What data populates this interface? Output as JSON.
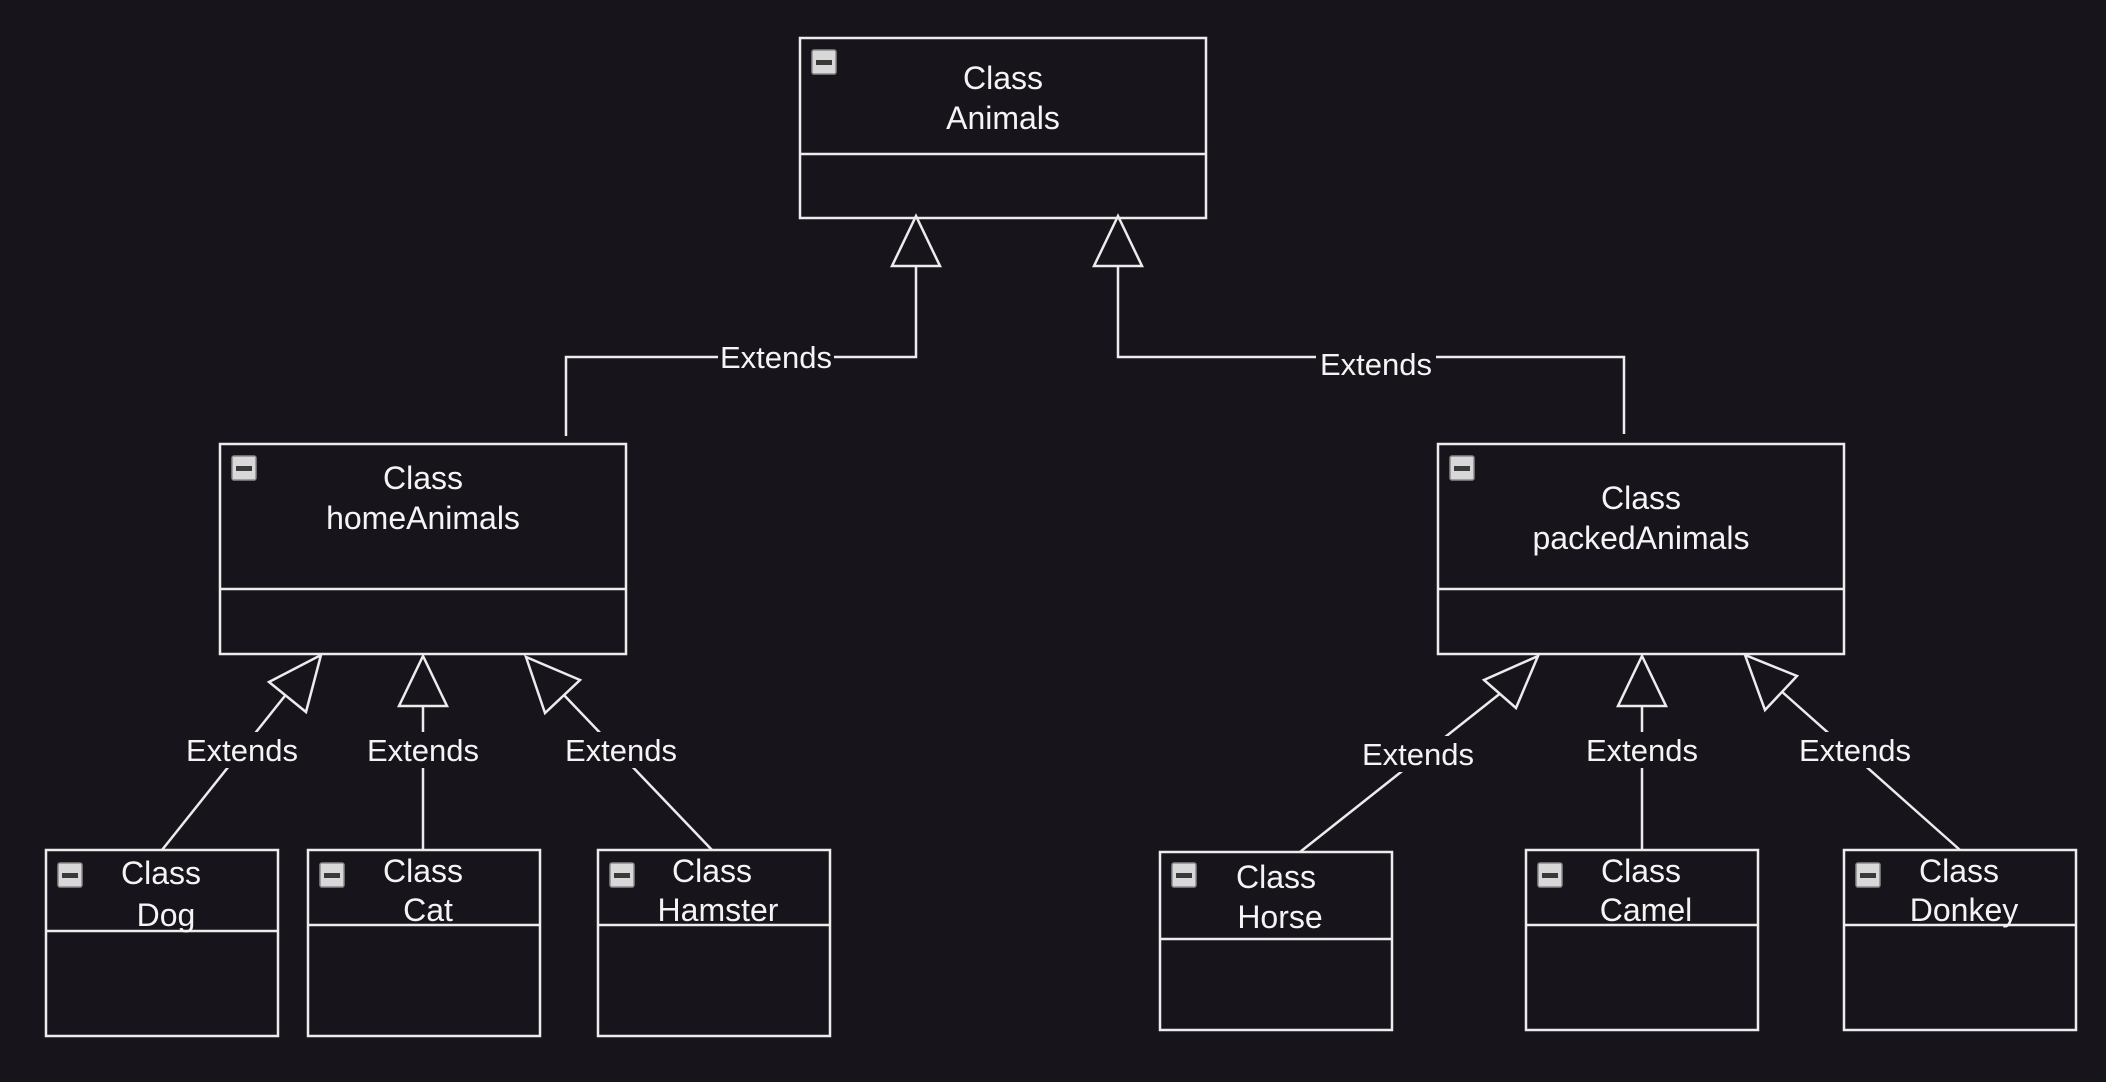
{
  "diagram": {
    "classes": {
      "animals": {
        "line1": "Class",
        "line2": "Animals"
      },
      "homeAnimals": {
        "line1": "Class",
        "line2": "homeAnimals"
      },
      "packedAnimals": {
        "line1": "Class",
        "line2": "packedAnimals"
      },
      "dog": {
        "line1": "Class",
        "line2": "Dog"
      },
      "cat": {
        "line1": "Class",
        "line2": "Cat"
      },
      "hamster": {
        "line1": "Class",
        "line2": "Hamster"
      },
      "horse": {
        "line1": "Class",
        "line2": "Horse"
      },
      "camel": {
        "line1": "Class",
        "line2": "Camel"
      },
      "donkey": {
        "line1": "Class",
        "line2": "Donkey"
      }
    },
    "edges": {
      "home_to_animals": {
        "label": "Extends"
      },
      "packed_to_animals": {
        "label": "Extends"
      },
      "dog_to_home": {
        "label": "Extends"
      },
      "cat_to_home": {
        "label": "Extends"
      },
      "hamster_to_home": {
        "label": "Extends"
      },
      "horse_to_packed": {
        "label": "Extends"
      },
      "camel_to_packed": {
        "label": "Extends"
      },
      "donkey_to_packed": {
        "label": "Extends"
      }
    }
  }
}
